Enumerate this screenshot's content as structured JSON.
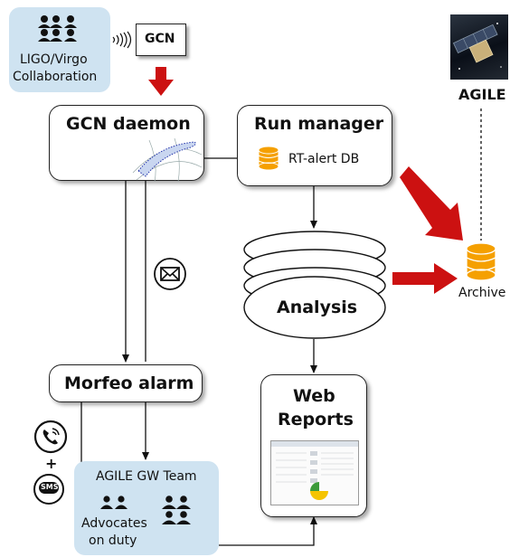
{
  "nodes": {
    "ligo": {
      "line1": "LIGO/Virgo",
      "line2": "Collaboration"
    },
    "gcn": {
      "label": "GCN"
    },
    "gcn_daemon": {
      "label": "GCN daemon"
    },
    "run_manager": {
      "label": "Run manager"
    },
    "rt_alert_db": {
      "label": "RT-alert DB"
    },
    "agile": {
      "label": "AGILE"
    },
    "archive": {
      "label": "Archive"
    },
    "analysis": {
      "label": "Analysis"
    },
    "morfeo": {
      "label": "Morfeo alarm"
    },
    "web_reports": {
      "line1": "Web",
      "line2": "Reports"
    },
    "gw_team": {
      "title": "AGILE GW Team",
      "line1": "Advocates",
      "line2": "on duty"
    },
    "notify": {
      "plus": "+",
      "sms": "SMS"
    }
  },
  "colors": {
    "accent_red": "#cc1111",
    "team_blue": "#cfe3f1",
    "db_orange": "#f5a000"
  },
  "icons": [
    "people-icon",
    "radio-waves-icon",
    "satellite-image",
    "database-icon",
    "envelope-icon",
    "phone-icon",
    "sms-icon",
    "skymap-icon"
  ]
}
